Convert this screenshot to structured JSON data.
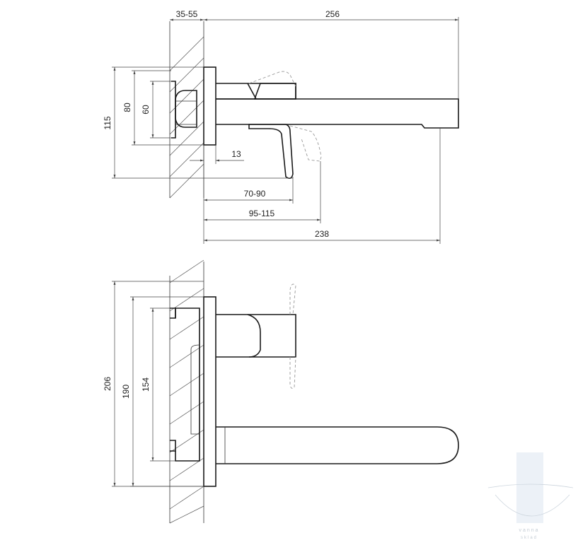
{
  "top_view": {
    "dims": {
      "wall_thickness": "35-55",
      "overall_length": "256",
      "height_outer": "115",
      "height_plate": "80",
      "height_inner": "60",
      "plate_offset": "13",
      "lever_reach": "70-90",
      "lever_reach_max": "95-115",
      "spout_length": "238"
    }
  },
  "side_view": {
    "dims": {
      "height_outer": "206",
      "height_plate": "190",
      "height_inner": "154"
    }
  },
  "watermark": {
    "label": "vanna",
    "sub": "sklad"
  }
}
